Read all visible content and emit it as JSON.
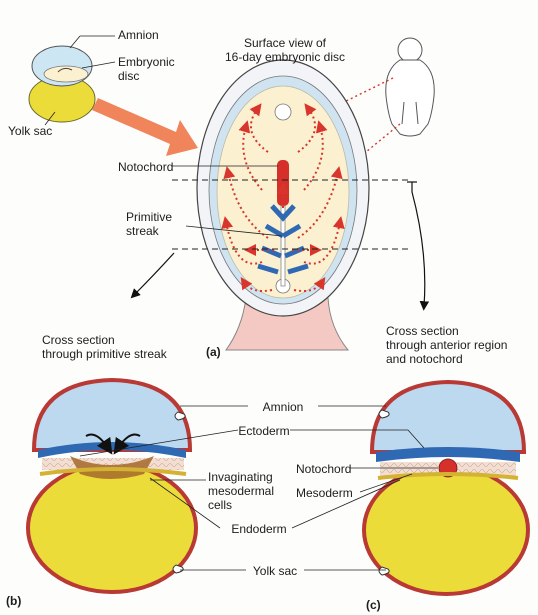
{
  "labels": {
    "amnion_top": "Amnion",
    "embryonic_disc": "Embryonic\ndisc",
    "yolk_sac_top": "Yolk sac",
    "surface_view": "Surface view of\n16-day embryonic disc",
    "notochord_a": "Notochord",
    "primitive_streak": "Primitive\nstreak",
    "panel_a": "(a)",
    "cross_b": "Cross section\nthrough primitive streak",
    "cross_c": "Cross section\nthrough anterior region\nand notochord",
    "amnion_mid": "Amnion",
    "ectoderm": "Ectoderm",
    "invaginating": "Invaginating\nmesodermal\ncells",
    "notochord_c": "Notochord",
    "mesoderm": "Mesoderm",
    "endoderm": "Endoderm",
    "yolk_sac_bottom": "Yolk sac",
    "panel_b": "(b)",
    "panel_c": "(c)"
  },
  "colors": {
    "amnion_blue": "#bcd9ef",
    "ectoderm_blue": "#2f69b3",
    "yolk_yellow": "#ecdc3a",
    "disc_cream": "#fbf0cf",
    "outer_red": "#c8403c",
    "arrow_red": "#d8362c",
    "notochord_red": "#d6302a",
    "stalk_pink": "#f4c9c3",
    "pointer_orange": "#f0845a"
  }
}
